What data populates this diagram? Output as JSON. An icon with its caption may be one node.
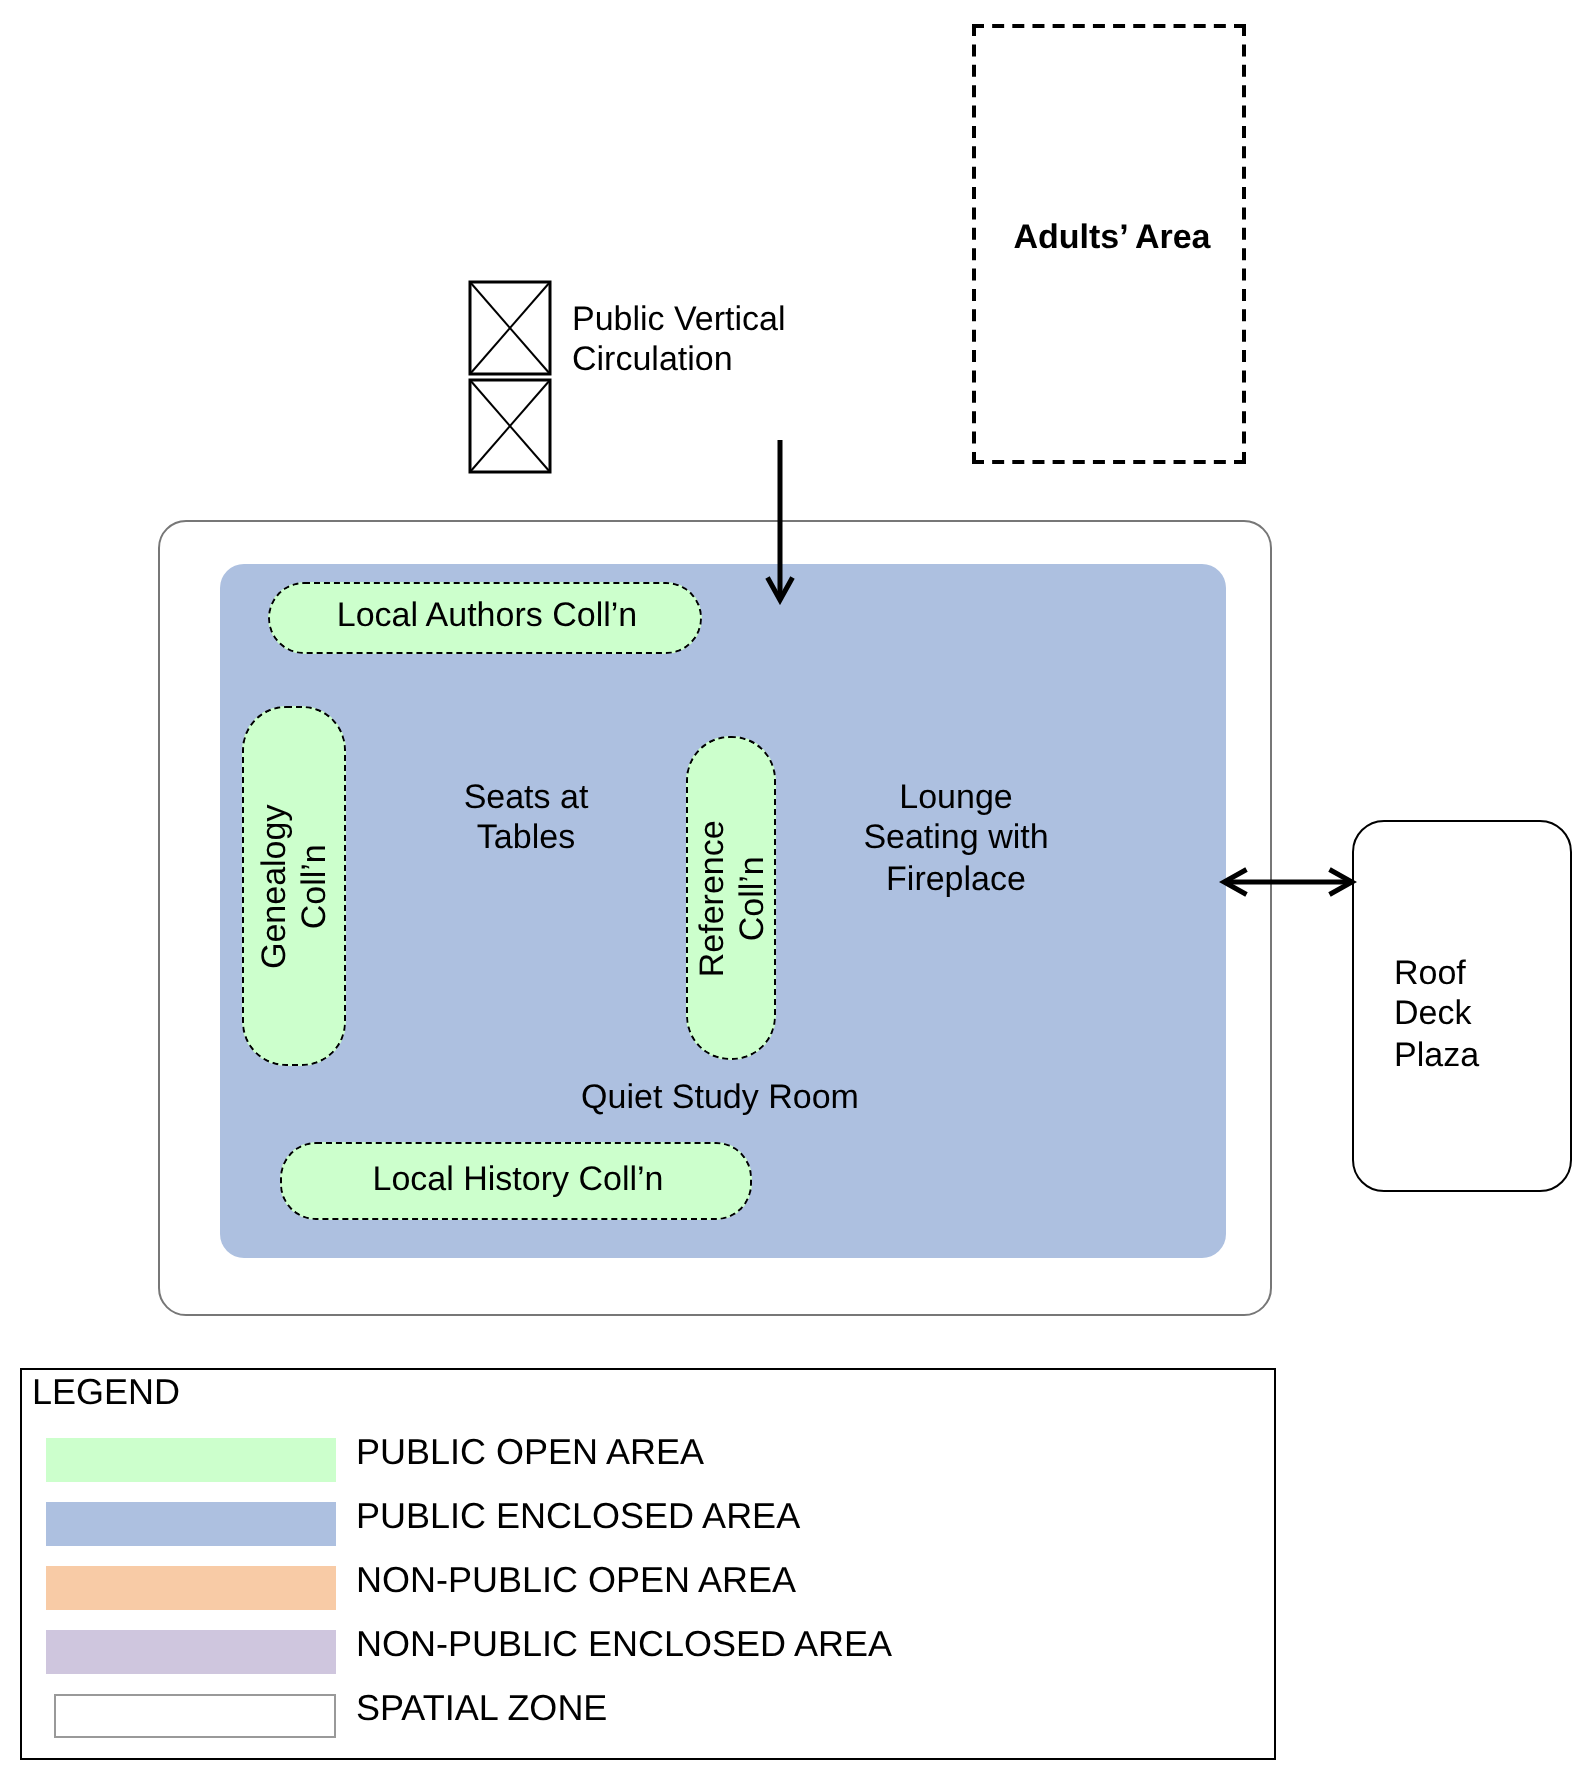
{
  "diagram": {
    "nodes": [
      {
        "text": [
          "Adults’ Area"
        ]
      },
      {
        "text": [
          "Public Vertical Circulation"
        ]
      },
      {
        "text": [],
        "shape": "box"
      },
      {
        "text": [
          "Quiet Study Room"
        ],
        "in": 2
      },
      {
        "text": [
          "Local Authors Coll’n"
        ],
        "in": 3
      },
      {
        "text": [
          "Genealogy Coll’n"
        ],
        "in": 3
      },
      {
        "text": [
          "Reference Coll’n"
        ],
        "in": 3
      },
      {
        "text": [
          "Local History Coll’n"
        ],
        "in": 3
      },
      {
        "text": [
          "Roof Deck Plaza"
        ]
      }
    ],
    "edges": [
      {
        "from": 1,
        "to": 3,
        "arrow": "to"
      },
      {
        "from": 3,
        "to": 8,
        "arrow": "both"
      }
    ],
    "labels": [
      "Seats at Tables",
      "Lounge Seating with Fireplace",
      "LEGEND"
    ],
    "legend": [
      {
        "text": "PUBLIC OPEN AREA",
        "color": "#ccffcc"
      },
      {
        "text": "PUBLIC ENCLOSED AREA",
        "color": "#adc0e0"
      },
      {
        "text": "NON-PUBLIC OPEN AREA",
        "color": "#f8cba6"
      },
      {
        "text": "NON-PUBLIC  ENCLOSED AREA",
        "color": "#cfc6de"
      },
      {
        "text": "SPATIAL ZONE"
      }
    ]
  }
}
